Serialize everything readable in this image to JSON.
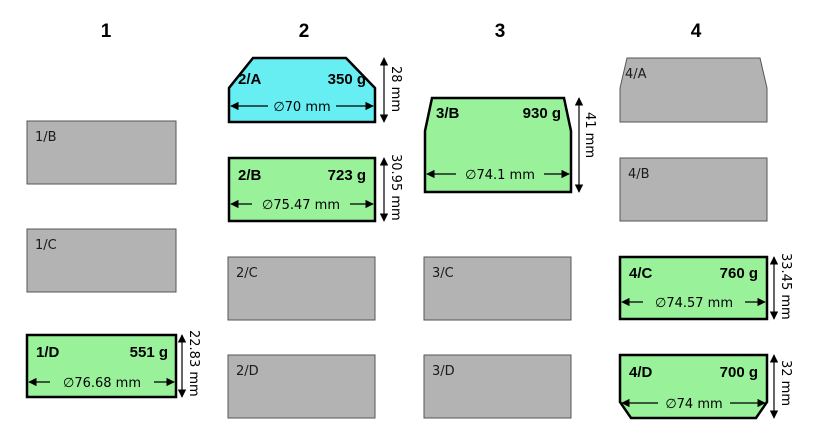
{
  "columns": [
    "1",
    "2",
    "3",
    "4"
  ],
  "items": {
    "1B": {
      "label": "1/B",
      "status": "empty"
    },
    "1C": {
      "label": "1/C",
      "status": "empty"
    },
    "1D": {
      "label": "1/D",
      "status": "filled",
      "weight": "551 g",
      "diameter": "∅76.68 mm",
      "height": "22.83 mm",
      "color": "#99f29a"
    },
    "2A": {
      "label": "2/A",
      "status": "filled",
      "weight": "350 g",
      "diameter": "∅70 mm",
      "height": "28 mm",
      "color": "#66eef2"
    },
    "2B": {
      "label": "2/B",
      "status": "filled",
      "weight": "723 g",
      "diameter": "∅75.47 mm",
      "height": "30.95 mm",
      "color": "#99f29a"
    },
    "2C": {
      "label": "2/C",
      "status": "empty"
    },
    "2D": {
      "label": "2/D",
      "status": "empty"
    },
    "3B": {
      "label": "3/B",
      "status": "filled",
      "weight": "930 g",
      "diameter": "∅74.1 mm",
      "height": "41 mm",
      "color": "#99f29a"
    },
    "3C": {
      "label": "3/C",
      "status": "empty"
    },
    "3D": {
      "label": "3/D",
      "status": "empty"
    },
    "4A": {
      "label": "4/A",
      "status": "empty"
    },
    "4B": {
      "label": "4/B",
      "status": "empty"
    },
    "4C": {
      "label": "4/C",
      "status": "filled",
      "weight": "760 g",
      "diameter": "∅74.57 mm",
      "height": "33.45 mm",
      "color": "#99f29a"
    },
    "4D": {
      "label": "4/D",
      "status": "filled",
      "weight": "700 g",
      "diameter": "∅74 mm",
      "height": "32 mm",
      "color": "#99f29a"
    }
  },
  "colors": {
    "empty": "#b3b3b3",
    "outline": "#000000"
  }
}
